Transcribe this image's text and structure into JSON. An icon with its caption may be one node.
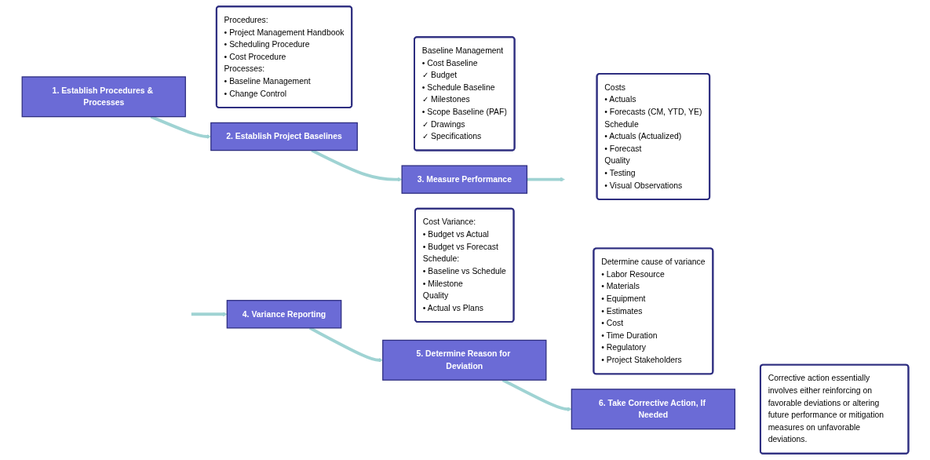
{
  "diagram": {
    "nodes": [
      {
        "text": [
          "1. Establish Procedures & Processes"
        ]
      },
      {
        "text": [
          "Procedures:",
          "• Project Management Handbook",
          "• Scheduling Procedure",
          "• Cost Procedure",
          "Processes:",
          "• Baseline Management",
          "• Change Control"
        ]
      },
      {
        "text": [
          "2. Establish Project Baselines"
        ]
      },
      {
        "text": [
          "Baseline Management",
          "• Cost Baseline",
          "✓ Budget",
          "• Schedule Baseline",
          "✓ Milestones",
          "• Scope Baseline (PAF)",
          "✓ Drawings",
          "✓ Specifications"
        ]
      },
      {
        "text": [
          "3. Measure Performance"
        ]
      },
      {
        "text": [
          "Costs",
          "• Actuals",
          "• Forecasts (CM, YTD, YE)",
          "Schedule",
          "• Actuals (Actualized)",
          "• Forecast",
          "Quality",
          "• Testing",
          "• Visual Observations"
        ]
      },
      {
        "text": [
          "4. Variance Reporting"
        ]
      },
      {
        "text": [
          "Cost Variance:",
          "• Budget vs Actual",
          "• Budget vs Forecast",
          "Schedule:",
          "• Baseline vs Schedule",
          "• Milestone",
          "Quality",
          "• Actual vs Plans"
        ]
      },
      {
        "text": [
          "5. Determine Reason for Deviation"
        ]
      },
      {
        "text": [
          "Determine cause of variance",
          "• Labor Resource",
          "• Materials",
          "• Equipment",
          "• Estimates",
          "• Cost",
          "• Time Duration",
          "• Regulatory",
          "• Project Stakeholders"
        ]
      },
      {
        "text": [
          "6. Take Corrective Action, If Needed"
        ]
      },
      {
        "text": [
          "Corrective action essentially involves either reinforcing on favorable deviations or altering future performance or mitigation measures on unfavorable deviations."
        ]
      }
    ],
    "edges": [
      {
        "from": 0,
        "to": 2,
        "arrow": "to"
      },
      {
        "from": 2,
        "to": 4,
        "arrow": "to"
      },
      {
        "from": 4,
        "to": null,
        "arrow": "to"
      },
      {
        "from": null,
        "to": 6,
        "arrow": "to"
      },
      {
        "from": 6,
        "to": 8,
        "arrow": "to"
      },
      {
        "from": 8,
        "to": 10,
        "arrow": "to"
      }
    ]
  }
}
